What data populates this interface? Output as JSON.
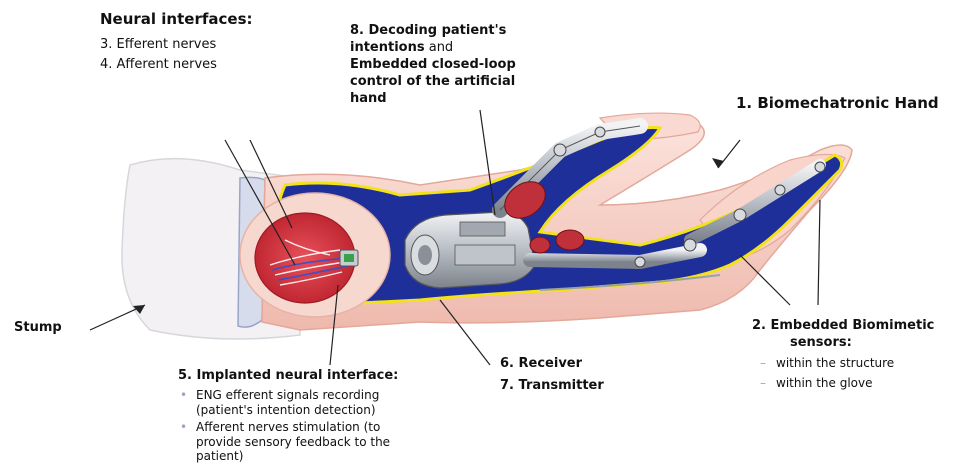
{
  "neural_interfaces": {
    "title": "Neural interfaces:",
    "items": [
      "3. Efferent nerves",
      "4. Afferent nerves"
    ]
  },
  "decoding": {
    "line1": "8. Decoding patient's",
    "line2_bold": "intentions",
    "line2_rest": " and",
    "line3": "Embedded closed-loop",
    "line4": "control of the artificial",
    "line5": "hand"
  },
  "biomechatronic_hand": "1. Biomechatronic Hand",
  "stump": "Stump",
  "sensors": {
    "line1": "2. Embedded Biomimetic",
    "line2": "sensors:",
    "items": [
      "within the structure",
      "within the glove"
    ],
    "bullet": "–"
  },
  "receiver": "6. Receiver",
  "transmitter": "7. Transmitter",
  "implanted": {
    "title": "5. Implanted neural interface:",
    "bullet": "•",
    "items": [
      [
        "ENG efferent signals recording",
        "(patient's intention detection)"
      ],
      [
        "Afferent nerves stimulation (to",
        "provide sensory feedback to the",
        "patient)"
      ]
    ]
  },
  "colors": {
    "skin": "#f6cfc6",
    "skin_dark": "#e8a99c",
    "prosthesis_blue": "#1e2f9a",
    "yellow_edge": "#f2e21a",
    "muscle_red": "#d9303a",
    "metal": "#c9cdd3"
  }
}
